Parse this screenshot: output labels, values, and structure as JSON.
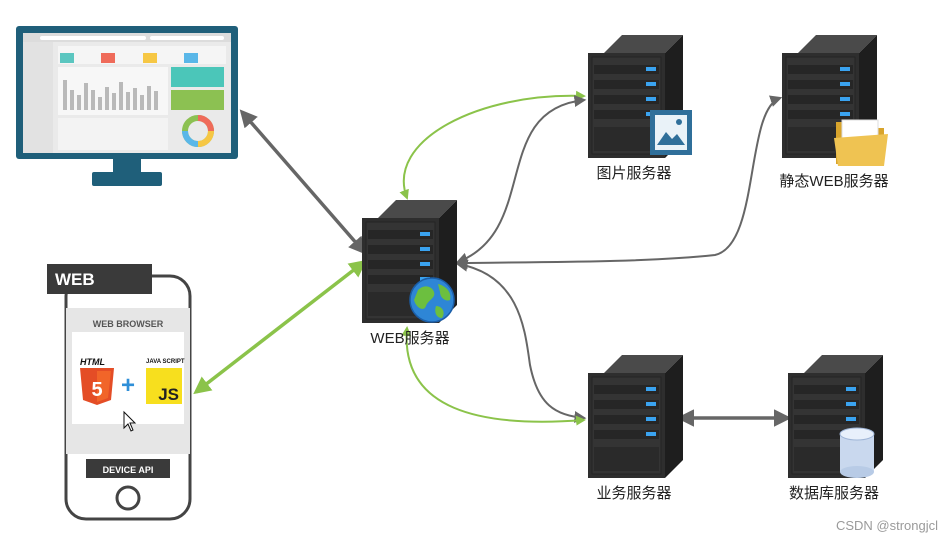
{
  "nodes": {
    "web_server": "WEB服务器",
    "image_server": "图片服务器",
    "static_web_server": "静态WEB服务器",
    "business_server": "业务服务器",
    "database_server": "数据库服务器"
  },
  "phone": {
    "tag": "WEB",
    "browser_label": "WEB BROWSER",
    "html_label": "HTML",
    "html_badge": "5",
    "js_label": "JAVA SCRIPT",
    "js_badge": "JS",
    "plus": "+",
    "device_api": "DEVICE API"
  },
  "watermark": "CSDN @strongjcl",
  "colors": {
    "arrow_green": "#8bc34a",
    "arrow_gray": "#6b6b6b",
    "monitor_frame": "#1f5f7a",
    "server_body": "#2c2c2c",
    "server_led": "#2f8fd8"
  },
  "icons": {
    "monitor": "dashboard-monitor-icon",
    "phone": "smartphone-icon",
    "globe": "globe-icon",
    "image": "picture-icon",
    "folder": "folder-icon",
    "database": "database-cylinder-icon",
    "cursor": "mouse-cursor-icon"
  }
}
